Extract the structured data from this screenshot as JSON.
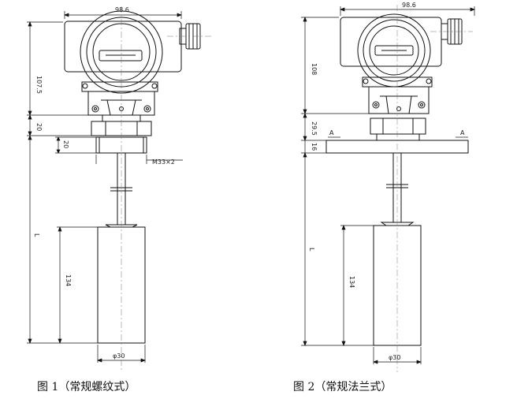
{
  "figure1": {
    "caption": "图 1（常规螺纹式）",
    "dims": {
      "width": "98.6",
      "head_height": "107.5",
      "neck": "20",
      "thread_len": "20",
      "thread": "M33×2",
      "length": "L",
      "float_len": "134",
      "float_dia": "φ30"
    }
  },
  "figure2": {
    "caption": "图 2（常规法兰式）",
    "dims": {
      "width": "98.6",
      "head_height": "108",
      "neck": "29.5",
      "flange_thk": "16",
      "section_left": "A",
      "section_right": "A",
      "length": "L",
      "float_len": "134",
      "float_dia": "φ30"
    }
  }
}
